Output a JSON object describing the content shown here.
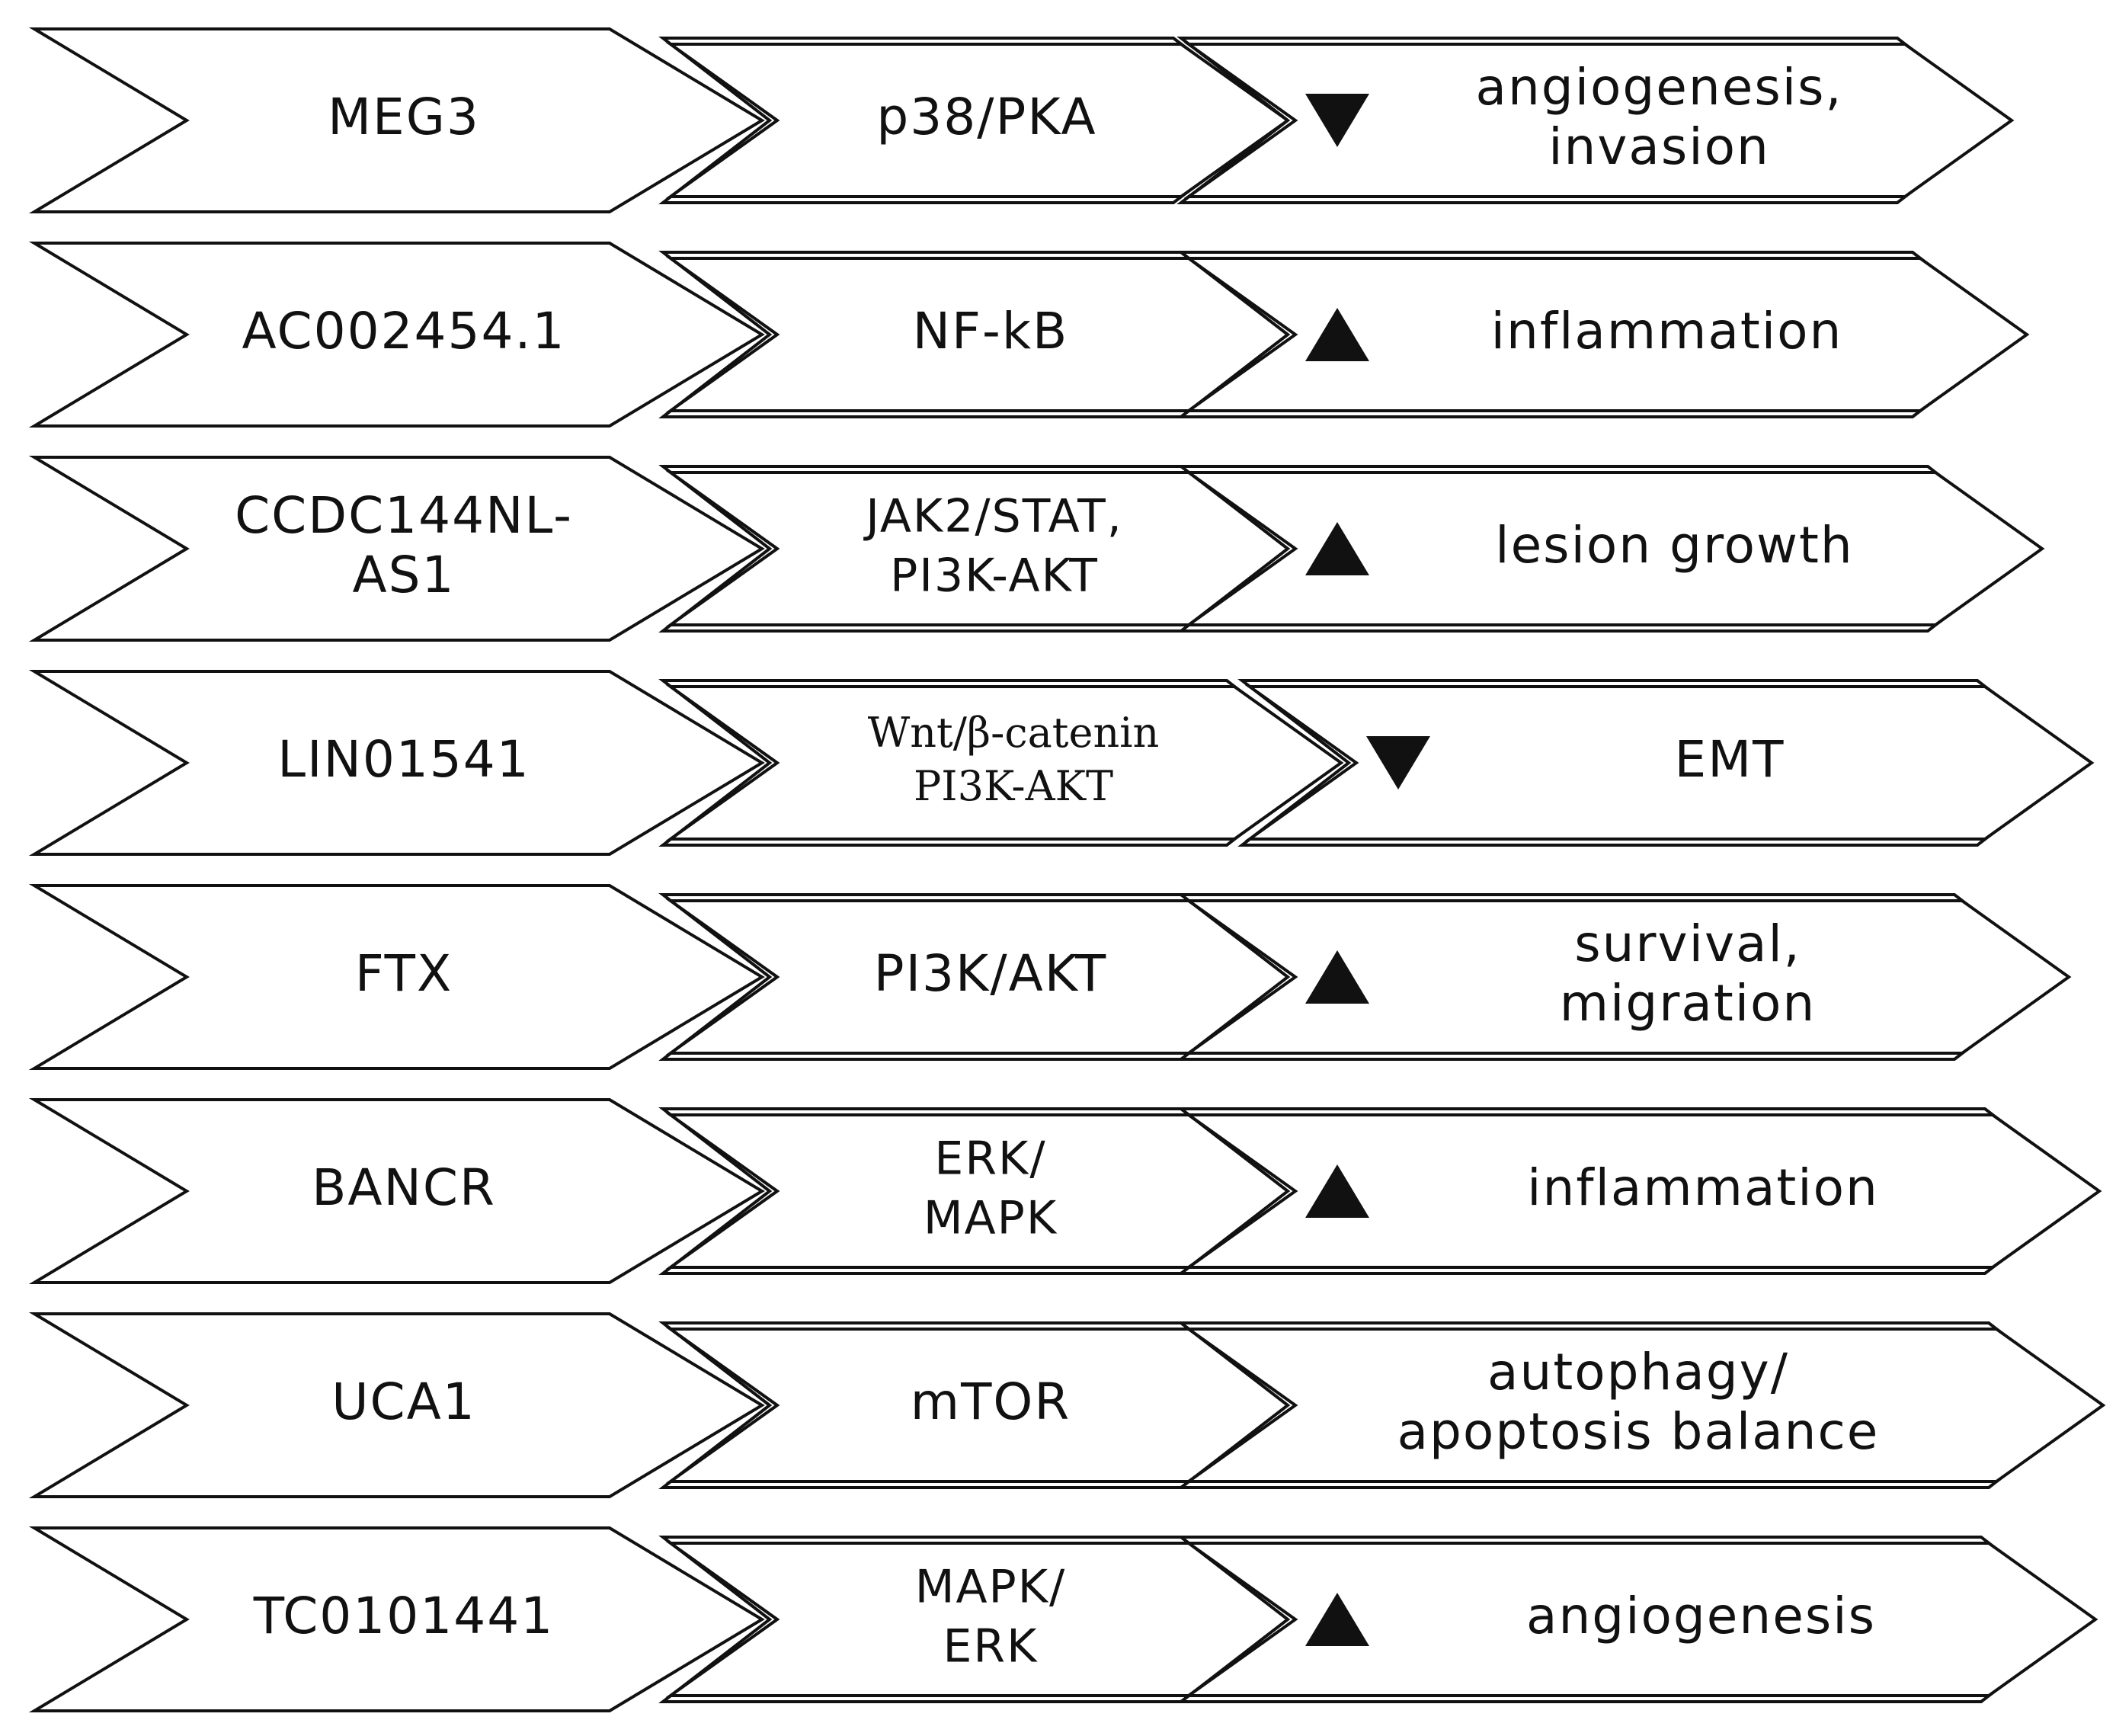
{
  "rows": [
    {
      "lncrna": "MEG3",
      "pathway": [
        "p38/PKA"
      ],
      "direction": "down",
      "effect": [
        "angiogenesis,",
        "invasion"
      ]
    },
    {
      "lncrna": "AC002454.1",
      "pathway": [
        "NF-kB"
      ],
      "direction": "up",
      "effect": [
        "inflammation"
      ]
    },
    {
      "lncrna": "CCDC144NL-\nAS1",
      "pathway": [
        "JAK2/STAT,",
        "PI3K-AKT"
      ],
      "direction": "up",
      "effect": [
        "lesion growth"
      ]
    },
    {
      "lncrna": "LIN01541",
      "pathway": [
        "Wnt/β-catenin",
        "PI3K-AKT"
      ],
      "pathway_font": "serif",
      "direction": "down",
      "effect": [
        "EMT"
      ]
    },
    {
      "lncrna": "FTX",
      "pathway": [
        "PI3K/AKT"
      ],
      "direction": "up",
      "effect": [
        "survival,",
        "migration"
      ]
    },
    {
      "lncrna": "BANCR",
      "pathway": [
        "ERK/",
        "MAPK"
      ],
      "direction": "up",
      "effect": [
        "inflammation"
      ]
    },
    {
      "lncrna": "UCA1",
      "pathway": [
        "mTOR"
      ],
      "direction": "none",
      "effect": [
        "autophagy/",
        "apoptosis balance"
      ]
    },
    {
      "lncrna": "TC0101441",
      "pathway": [
        "MAPK/",
        "ERK"
      ],
      "direction": "up",
      "effect": [
        "angiogenesis"
      ]
    }
  ],
  "colors": {
    "stroke": "#111111",
    "fill": "#ffffff",
    "marker": "#111111"
  },
  "marker_icons": {
    "up": "triangle-up-icon",
    "down": "triangle-down-icon"
  }
}
